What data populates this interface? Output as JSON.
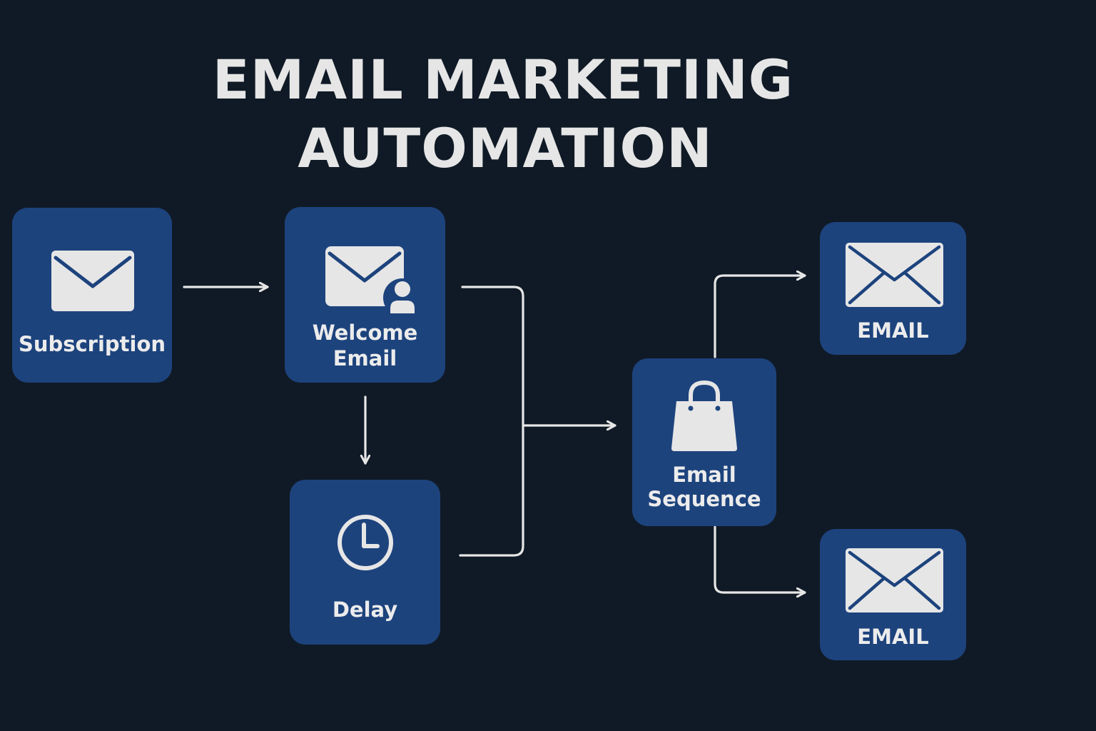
{
  "title": {
    "line1": "EMAIL MARKETING",
    "line2": "AUTOMATION"
  },
  "nodes": {
    "subscription": {
      "label": "Subscription",
      "icon": "envelope-icon"
    },
    "welcome": {
      "label_line1": "Welcome",
      "label_line2": "Email",
      "icon": "envelope-user-icon"
    },
    "delay": {
      "label": "Delay",
      "icon": "clock-icon"
    },
    "sequence": {
      "label_line1": "Email",
      "label_line2": "Sequence",
      "icon": "shopping-bag-icon"
    },
    "email_top": {
      "label": "EMAIL",
      "icon": "envelope-icon"
    },
    "email_bottom": {
      "label": "EMAIL",
      "icon": "envelope-icon"
    }
  },
  "colors": {
    "background": "#101a26",
    "node_fill": "#1d437d",
    "foreground": "#e6e6e6"
  }
}
